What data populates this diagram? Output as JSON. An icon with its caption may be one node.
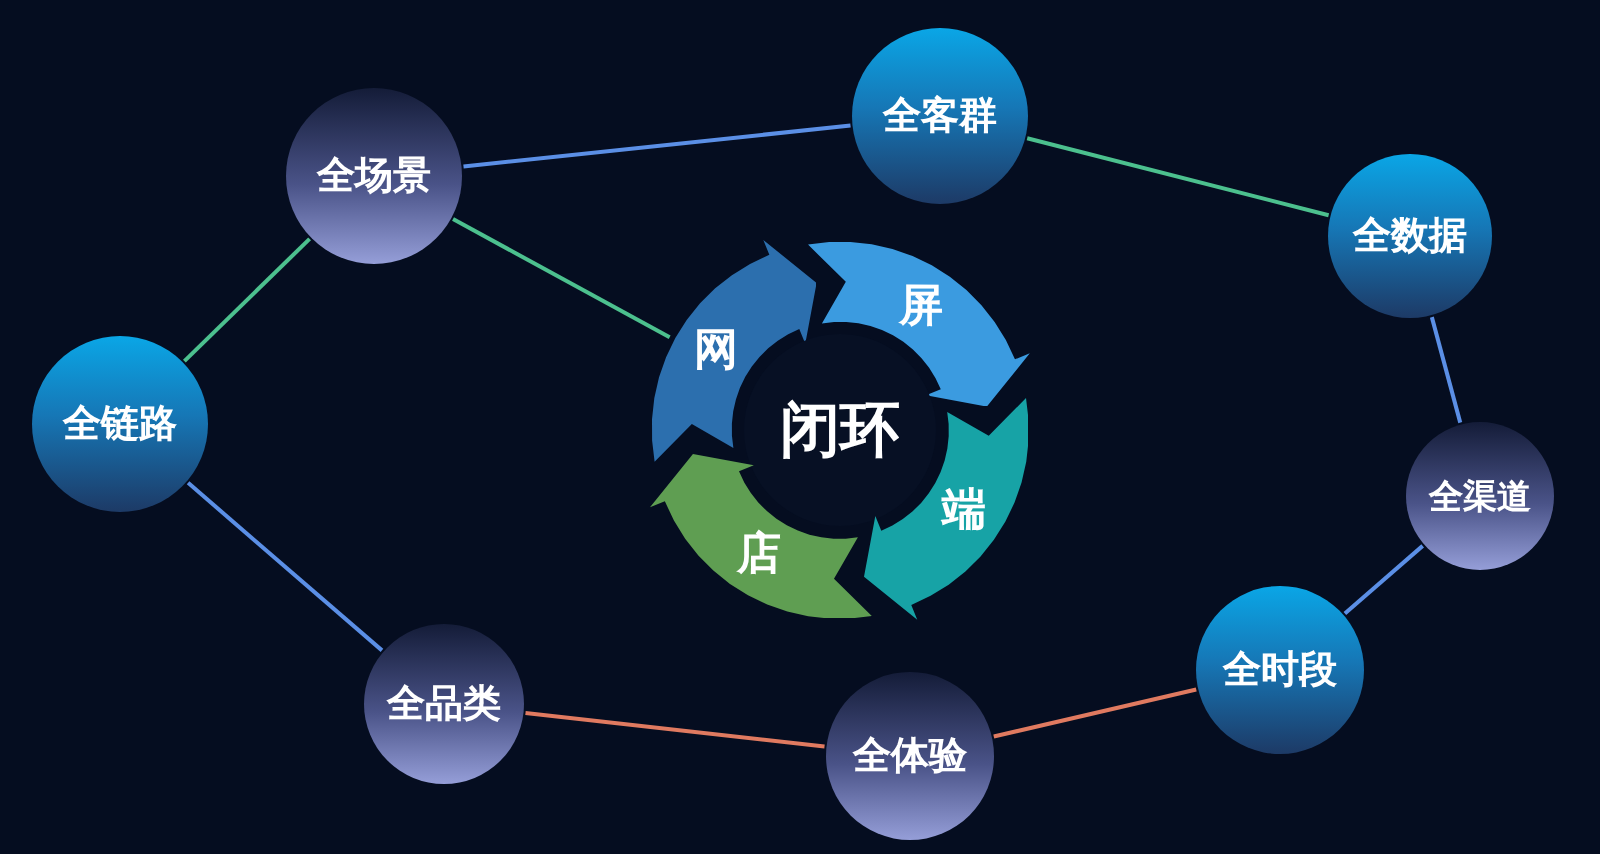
{
  "diagram": {
    "nodes": [
      {
        "text": [
          "全场景"
        ]
      },
      {
        "text": [
          "全客群"
        ]
      },
      {
        "text": [
          "全数据"
        ]
      },
      {
        "text": [
          "全链路"
        ]
      },
      {
        "text": [
          "屏"
        ]
      },
      {
        "text": [
          "网"
        ]
      },
      {
        "text": [
          "闭环"
        ]
      },
      {
        "text": [
          "端"
        ]
      },
      {
        "text": [
          "店"
        ]
      },
      {
        "text": [
          "全渠道"
        ]
      },
      {
        "text": [
          "全时段"
        ]
      },
      {
        "text": [
          "全品类"
        ]
      },
      {
        "text": [
          "全体验"
        ]
      }
    ],
    "edges": [
      {
        "from": 0,
        "to": 1,
        "arrow": "none"
      },
      {
        "from": 1,
        "to": 2,
        "arrow": "none",
        "color": "#4cc08e"
      },
      {
        "from": 2,
        "to": 9,
        "arrow": "none"
      },
      {
        "from": 9,
        "to": 10,
        "arrow": "none"
      },
      {
        "from": 10,
        "to": 12,
        "arrow": "none",
        "color": "#e07a60"
      },
      {
        "from": 12,
        "to": 11,
        "arrow": "none",
        "color": "#e07a60"
      },
      {
        "from": 11,
        "to": 3,
        "arrow": "none"
      },
      {
        "from": 3,
        "to": 0,
        "arrow": "none",
        "color": "#4cc08e"
      },
      {
        "from": 0,
        "to": 5,
        "arrow": "none",
        "color": "#4cc08e"
      }
    ]
  }
}
